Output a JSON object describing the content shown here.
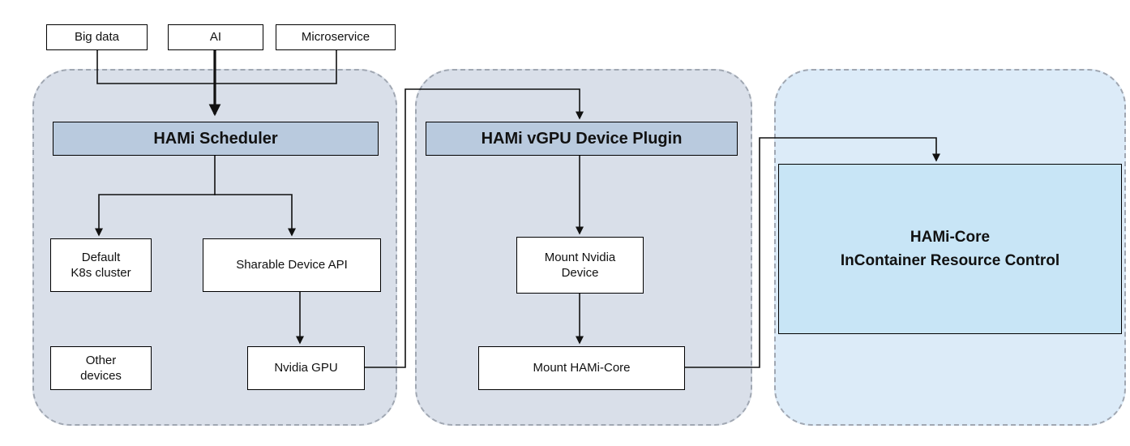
{
  "nodes": {
    "big_data": "Big data",
    "ai": "AI",
    "microservice": "Microservice",
    "scheduler_header": "HAMi Scheduler",
    "default_k8s": [
      "Default",
      "K8s cluster"
    ],
    "sharable_device_api": "Sharable Device API",
    "other_devices": [
      "Other",
      "devices"
    ],
    "nvidia_gpu": "Nvidia GPU",
    "plugin_header": "HAMi vGPU Device Plugin",
    "mount_nvidia_device": [
      "Mount Nvidia",
      "Device"
    ],
    "mount_hami_core": "Mount HAMi-Core",
    "hami_core": [
      "HAMi-Core",
      "InContainer Resource Control"
    ]
  },
  "colors": {
    "group_fill_left": "#d9dfe9",
    "group_fill_middle": "#d9dfe9",
    "group_fill_right": "#dcebf8",
    "group_border_dashed": "#a0a7b2",
    "header_box_fill": "#b9cade",
    "core_box_fill": "#c8e5f6",
    "node_fill": "#ffffff",
    "node_border": "#000000",
    "arrow": "#111111"
  }
}
